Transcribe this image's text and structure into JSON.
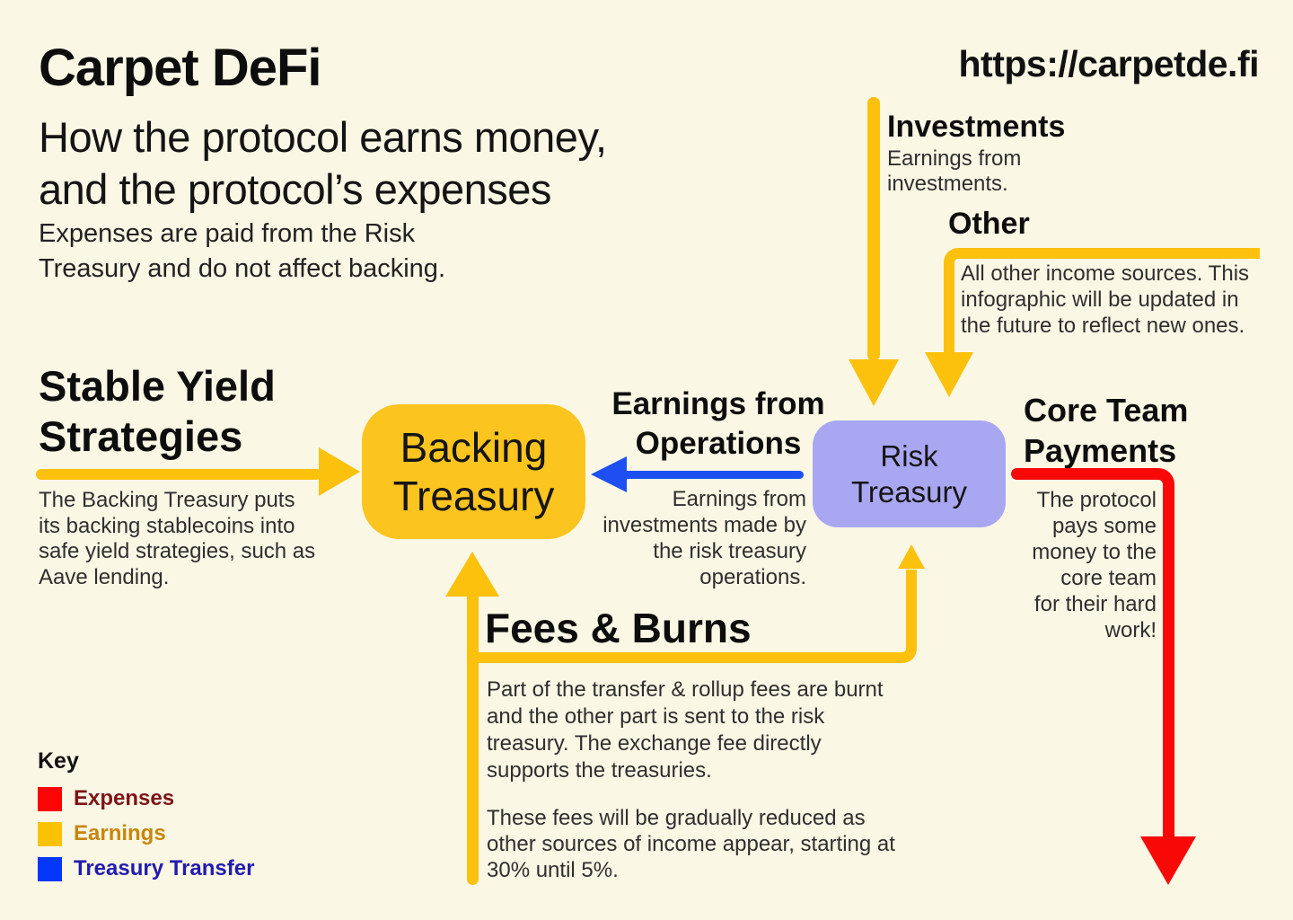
{
  "header": {
    "title": "Carpet DeFi",
    "subtitle": "How the protocol earns money,\nand the protocol’s expenses",
    "note": "Expenses are paid from the Risk\nTreasury and do not affect backing.",
    "url": "https://carpetde.fi"
  },
  "nodes": {
    "backing_treasury": "Backing\nTreasury",
    "risk_treasury": "Risk\nTreasury"
  },
  "sections": {
    "investments": {
      "title": "Investments",
      "desc": "Earnings from\ninvestments."
    },
    "other": {
      "title": "Other",
      "desc": "All other income sources. This\ninfographic will be updated in\nthe future to reflect new ones."
    },
    "stable_yield": {
      "title": "Stable Yield\nStrategies",
      "desc": "The Backing Treasury puts\nits backing stablecoins into\nsafe yield strategies, such as\nAave lending."
    },
    "earnings_operations": {
      "title": "Earnings from\nOperations",
      "desc": "Earnings from\ninvestments made by\nthe risk treasury\noperations."
    },
    "core_team": {
      "title": "Core Team\nPayments",
      "desc": "The protocol\npays some\nmoney to the\ncore team\nfor their hard\nwork!"
    },
    "fees_burns": {
      "title": "Fees & Burns",
      "para1": "Part of the transfer & rollup fees are burnt\nand the other part is sent to the risk\ntreasury. The exchange fee directly\nsupports the treasuries.",
      "para2": "These fees will be gradually reduced as\nother sources of income appear, starting at\n30% until 5%."
    }
  },
  "key": {
    "title": "Key",
    "items": [
      {
        "label": "Expenses",
        "swatch_color": "#FB0404",
        "label_color": "#7D1418"
      },
      {
        "label": "Earnings",
        "swatch_color": "#F9C303",
        "label_color": "#C8860B"
      },
      {
        "label": "Treasury Transfer",
        "swatch_color": "#0437F9",
        "label_color": "#211CB0"
      }
    ]
  },
  "colors": {
    "background": "#FAF7E5",
    "earnings_gold": "#FCC10D",
    "backing_box": "#FCC41E",
    "risk_box": "#A9A7F2",
    "transfer_blue": "#1D4FF2",
    "expenses_red": "#F90808",
    "heading_text": "#0D0D0D",
    "body_text": "#2F2F2F"
  }
}
